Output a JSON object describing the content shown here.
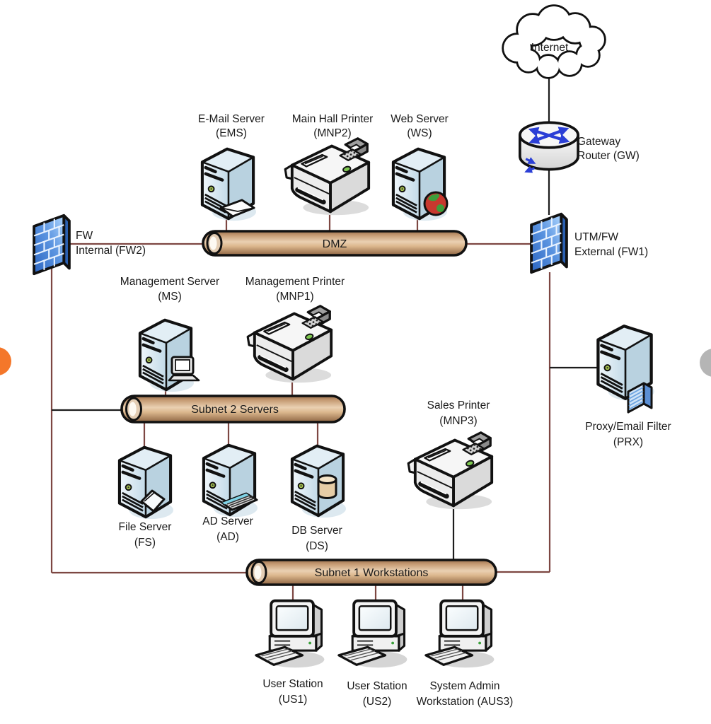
{
  "nodes": {
    "internet": {
      "label": "Internet"
    },
    "gw": {
      "line1": "Gateway",
      "line2": "Router (GW)"
    },
    "fw1": {
      "line1": "UTM/FW",
      "line2": "External (FW1)"
    },
    "fw2": {
      "line1": "FW",
      "line2": "Internal (FW2)"
    },
    "ems": {
      "name": "E-Mail Server",
      "id": "(EMS)"
    },
    "mnp2": {
      "name": "Main Hall Printer",
      "id": "(MNP2)"
    },
    "ws": {
      "name": "Web Server",
      "id": "(WS)"
    },
    "ms": {
      "name": "Management Server",
      "id": "(MS)"
    },
    "mnp1": {
      "name": "Management Printer",
      "id": "(MNP1)"
    },
    "fs": {
      "name": "File Server",
      "id": "(FS)"
    },
    "ad": {
      "name": "AD Server",
      "id": "(AD)"
    },
    "ds": {
      "name": "DB Server",
      "id": "(DS)"
    },
    "mnp3": {
      "name": "Sales Printer",
      "id": "(MNP3)"
    },
    "prx": {
      "name": "Proxy/Email Filter",
      "id": "(PRX)"
    },
    "us1": {
      "name": "User Station",
      "id": "(US1)"
    },
    "us2": {
      "name": "User Station",
      "id": "(US2)"
    },
    "aus3": {
      "name": "System Admin",
      "id": "Workstation (AUS3)"
    }
  },
  "buses": {
    "dmz": {
      "label": "DMZ"
    },
    "subnet2": {
      "label": "Subnet 2 Servers"
    },
    "subnet1": {
      "label": "Subnet 1 Workstations"
    }
  },
  "icons": {
    "cloud-icon": "bumpy white cloud outline",
    "router-icon": "grey cylinder with crossing blue arrows",
    "firewall-icon": "blue brick wall slab",
    "server-icon": "isometric light-blue tower server",
    "printer-icon": "isometric laser printer with keypad",
    "workstation-icon": "CRT monitor, desktop case and keyboard",
    "envelope-icon": "mail envelope badge",
    "globe-icon": "red/green globe badge",
    "monitor-icon": "mini CRT badge",
    "folder-icon": "tilted folder badge",
    "keyboard-icon": "mini keyboard badge",
    "database-icon": "tan cylinder badge",
    "filter-icon": "blue striped panel badge",
    "prev-circle-icon": "orange half circle at left edge",
    "next-circle-icon": "grey half circle at right edge"
  },
  "colors": {
    "background": "#ffffff",
    "line_maroon": "#7d4742",
    "line_black": "#1c1c1c",
    "bus_tan": "#c59a72",
    "firewall_blue": "#3d79d0",
    "arrow_blue": "#2b3fd6",
    "accent_orange": "#f4772a",
    "nav_grey": "#b5b5b5"
  }
}
